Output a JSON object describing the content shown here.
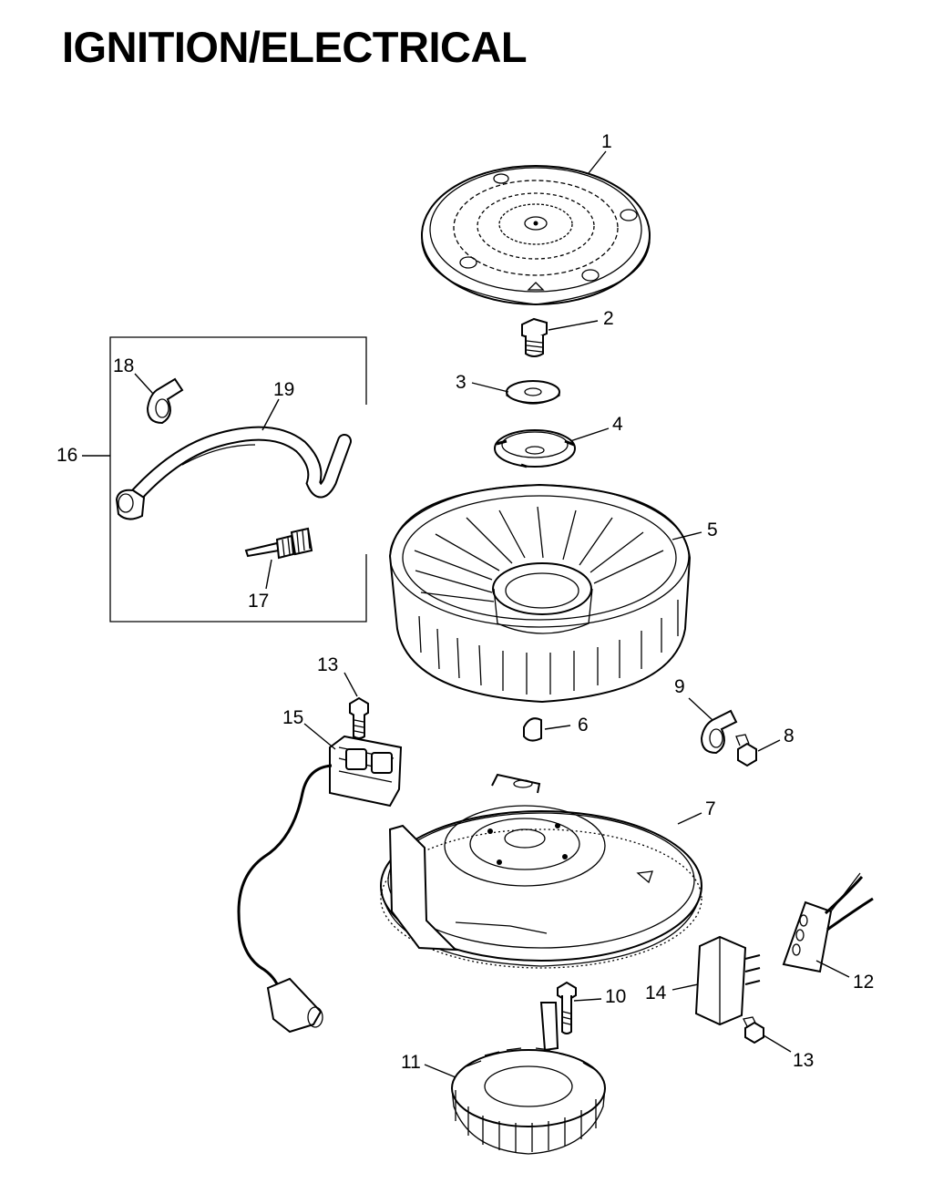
{
  "title": "IGNITION/ELECTRICAL",
  "callouts": {
    "c1": "1",
    "c2": "2",
    "c3": "3",
    "c4": "4",
    "c5": "5",
    "c6": "6",
    "c7": "7",
    "c8": "8",
    "c9": "9",
    "c10": "10",
    "c11": "11",
    "c12": "12",
    "c13a": "13",
    "c13b": "13",
    "c14": "14",
    "c15": "15",
    "c16": "16",
    "c17": "17",
    "c18": "18",
    "c19": "19"
  },
  "parts": [
    {
      "ref": "1",
      "icon": "fan-screen-icon"
    },
    {
      "ref": "2",
      "icon": "flywheel-screw-icon"
    },
    {
      "ref": "3",
      "icon": "washer-icon"
    },
    {
      "ref": "4",
      "icon": "fan-retainer-icon"
    },
    {
      "ref": "5",
      "icon": "fan-icon"
    },
    {
      "ref": "6",
      "icon": "flywheel-key-icon"
    },
    {
      "ref": "7",
      "icon": "flywheel-icon"
    },
    {
      "ref": "8",
      "icon": "screw-icon"
    },
    {
      "ref": "9",
      "icon": "clip-icon"
    },
    {
      "ref": "10",
      "icon": "stator-screw-icon"
    },
    {
      "ref": "11",
      "icon": "stator-icon"
    },
    {
      "ref": "12",
      "icon": "connector-icon"
    },
    {
      "ref": "13",
      "icon": "screw-icon"
    },
    {
      "ref": "14",
      "icon": "rectifier-regulator-icon"
    },
    {
      "ref": "15",
      "icon": "ignition-module-icon"
    },
    {
      "ref": "16",
      "icon": "kit-box-icon"
    },
    {
      "ref": "17",
      "icon": "spark-plug-icon"
    },
    {
      "ref": "18",
      "icon": "clip-icon"
    },
    {
      "ref": "19",
      "icon": "breather-hose-icon"
    }
  ]
}
